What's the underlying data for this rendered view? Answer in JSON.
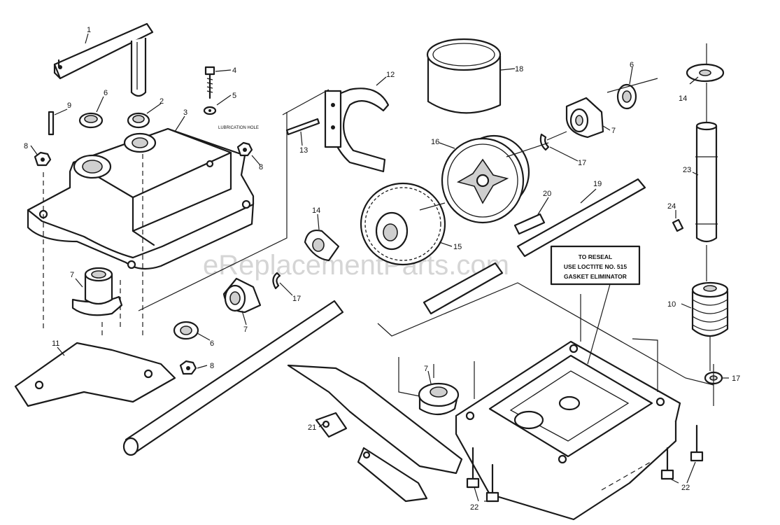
{
  "watermark": "eReplacementParts.com",
  "note": {
    "line1": "TO RESEAL",
    "line2": "USE LOCTITE NO. 515",
    "line3": "GASKET ELIMINATOR"
  },
  "lubrication_label": "LUBRICATION HOLE",
  "callouts": {
    "c1": "1",
    "c2": "2",
    "c3": "3",
    "c4": "4",
    "c5": "5",
    "c6a": "6",
    "c6b": "6",
    "c6c": "6",
    "c7a": "7",
    "c7b": "7",
    "c7c": "7",
    "c7d": "7",
    "c8a": "8",
    "c8b": "8",
    "c8c": "8",
    "c9": "9",
    "c10": "10",
    "c11": "11",
    "c12": "12",
    "c13": "13",
    "c14a": "14",
    "c14b": "14",
    "c15": "15",
    "c16": "16",
    "c17a": "17",
    "c17b": "17",
    "c17c": "17",
    "c18": "18",
    "c19": "19",
    "c20": "20",
    "c21": "21",
    "c22a": "22",
    "c22b": "22",
    "c23": "23",
    "c24": "24"
  }
}
